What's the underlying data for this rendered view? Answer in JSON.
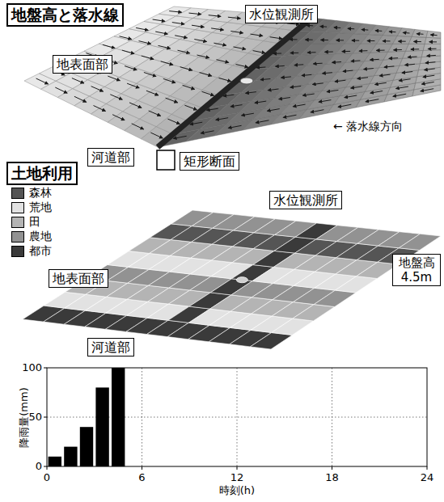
{
  "diagram": {
    "nodes": [
      {
        "text": [
          "地盤高と落水線"
        ]
      },
      {
        "text": [
          "水位観測所"
        ]
      },
      {
        "text": [
          "地表面部"
        ]
      },
      {
        "text": [
          "河道部"
        ]
      },
      {
        "text": [
          "矩形断面"
        ]
      },
      {
        "text": [
          "土地利用"
        ]
      },
      {
        "text": [
          "水位観測所"
        ]
      },
      {
        "text": [
          "地表面部"
        ]
      },
      {
        "text": [
          "地盤高 4.5m"
        ]
      },
      {
        "text": [
          "河道部"
        ]
      }
    ],
    "labels": [
      "← 落水線方向",
      "100",
      "50",
      "0",
      "0",
      "6",
      "12",
      "18",
      "24",
      "時刻(h)",
      "降雨量(mm)"
    ],
    "legend": [
      {
        "text": "森林",
        "color": "#555555"
      },
      {
        "text": "荒地",
        "color": "#e2e2e2"
      },
      {
        "text": "田",
        "color": "#b4b4b4"
      },
      {
        "text": "農地",
        "color": "#929292"
      },
      {
        "text": "都市",
        "color": "#3a3a3a"
      }
    ]
  }
}
